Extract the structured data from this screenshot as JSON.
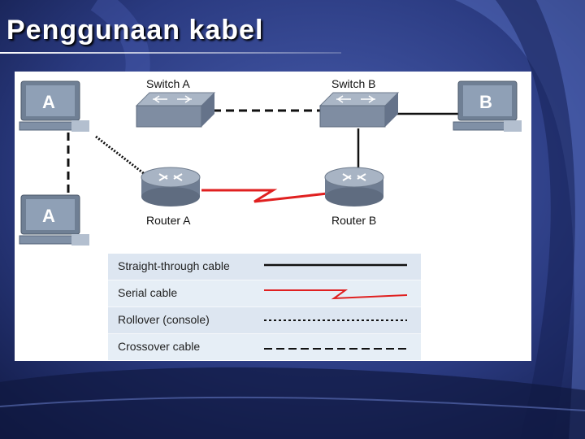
{
  "slide": {
    "title": "Penggunaan kabel"
  },
  "devices": {
    "pc_a_top": "A",
    "pc_a_bottom": "A",
    "pc_b": "B",
    "switch_a": "Switch A",
    "switch_b": "Switch B",
    "router_a": "Router A",
    "router_b": "Router B"
  },
  "legend": [
    {
      "label": "Straight-through cable",
      "style": "straight"
    },
    {
      "label": "Serial cable",
      "style": "serial"
    },
    {
      "label": "Rollover (console)",
      "style": "rollover"
    },
    {
      "label": "Crossover cable",
      "style": "crossover"
    }
  ],
  "colors": {
    "background": "#1b2a5e",
    "serial_cable": "#e02020",
    "legend_row": "#dde6f1"
  }
}
